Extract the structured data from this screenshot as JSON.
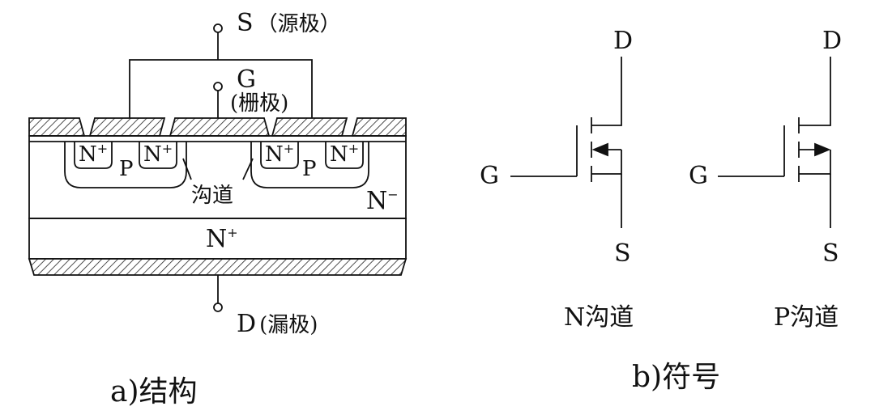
{
  "structure": {
    "source_letter": "S",
    "source_cn": "（源极）",
    "gate_letter": "G",
    "gate_cn": "(栅极)",
    "drain_letter": "D",
    "drain_cn": "(漏极)",
    "nplus_region": "N",
    "plus_sign": "+",
    "p_region": "P",
    "channel_label": "沟道",
    "nminus_region": "N",
    "minus_sign": "−",
    "nplus_substrate": "N",
    "caption": "a)结构"
  },
  "symbols": {
    "n_channel": {
      "drain": "D",
      "gate": "G",
      "source": "S",
      "label": "N沟道"
    },
    "p_channel": {
      "drain": "D",
      "gate": "G",
      "source": "S",
      "label": "P沟道"
    },
    "caption": "b)符号"
  }
}
